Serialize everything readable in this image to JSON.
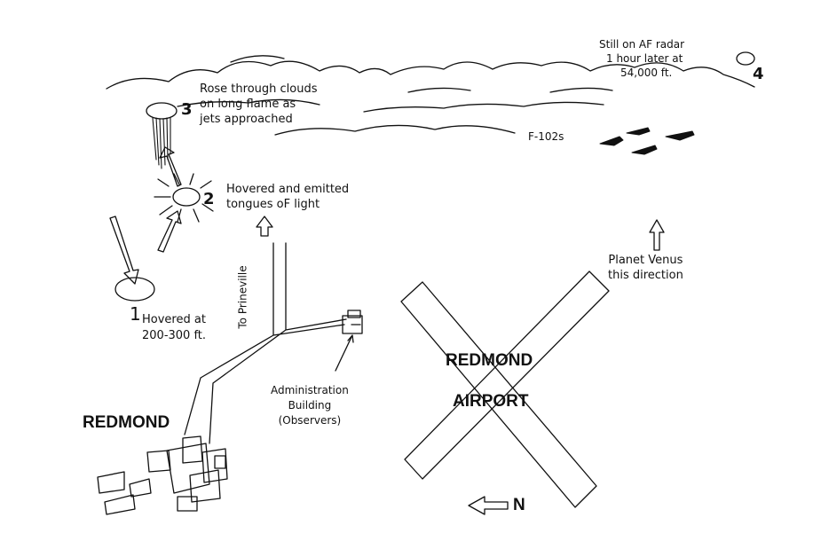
{
  "labels": {
    "still_line1": "Still on AF radar",
    "still_line2": "1 hour later at",
    "still_line3": "54,000 ft.",
    "num4": "4",
    "rose_line1": "Rose through clouds",
    "rose_line2": "on long flame as",
    "rose_line3": "jets approached",
    "num3": "3",
    "f102": "F-102s",
    "hovered_line1": "Hovered and emitted",
    "hovered_line2": "tongues oF light",
    "num2": "2",
    "to_prineville": "To Prineville",
    "venus_line1": "Planet Venus",
    "venus_line2": "this direction",
    "num1": "1",
    "hov_alt_line1": "Hovered at",
    "hov_alt_line2": "200-300 ft.",
    "admin_line1": "Administration",
    "admin_line2": "Building",
    "admin_line3": "(Observers)",
    "redmond_town": "REDMOND",
    "airport_line1": "REDMOND",
    "airport_line2": "AIRPORT",
    "north": "N"
  }
}
